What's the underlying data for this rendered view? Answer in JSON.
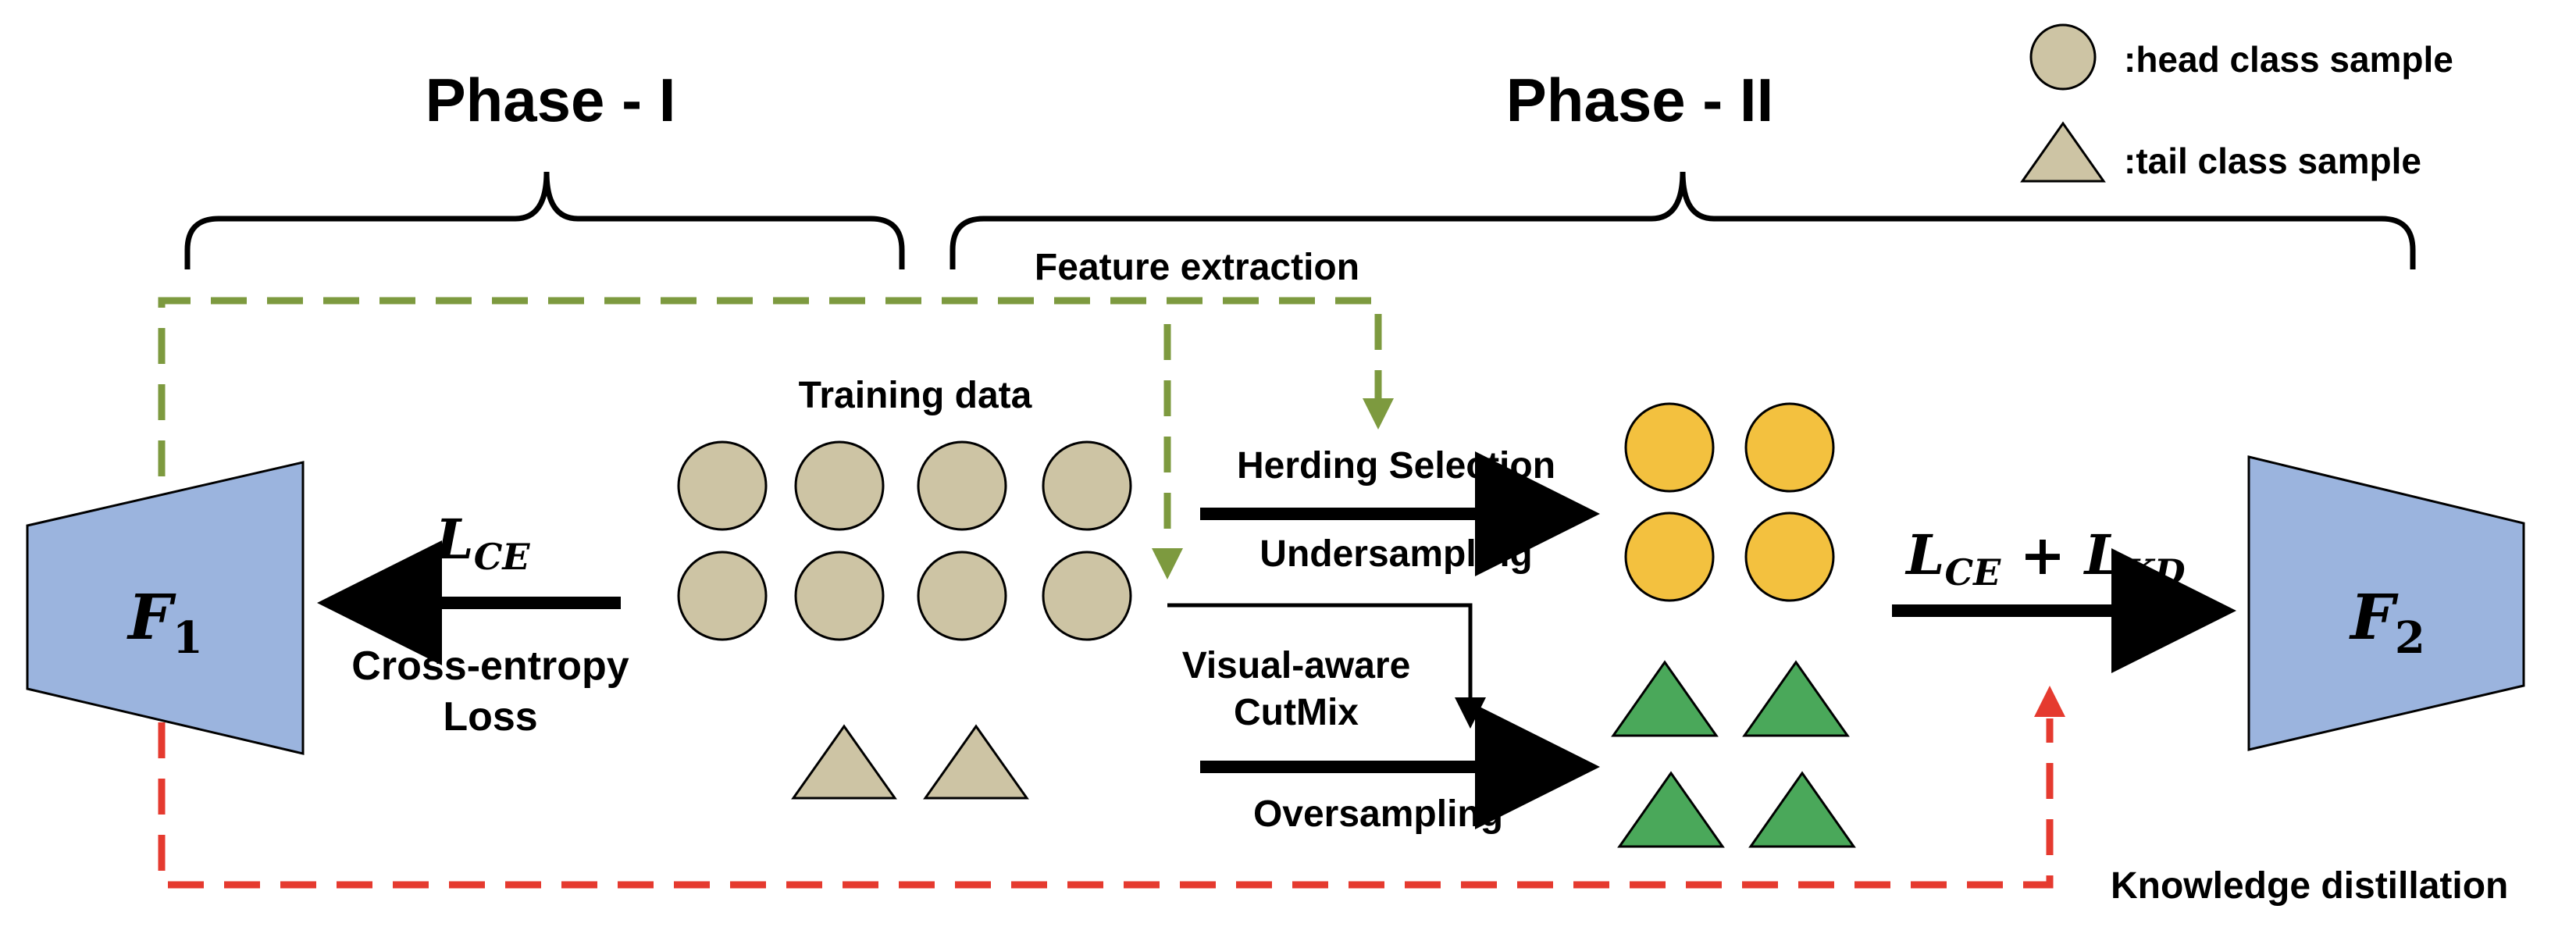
{
  "colors": {
    "green_dash": "#7d9a3f",
    "red_dash": "#e53a2f",
    "model_fill": "#9bb4de",
    "head_fill": "#cdc4a4",
    "head_selected_fill": "#f3c13f",
    "tail_fill": "#cdc4a4",
    "tail_selected_fill": "#4aa85a"
  },
  "legend": {
    "head_label": ":head class sample",
    "tail_label": ":tail class sample"
  },
  "phases": {
    "phase1_label": "Phase - I",
    "phase2_label": "Phase - II"
  },
  "models": {
    "f1_base": "F",
    "f1_sub": "1",
    "f2_base": "F",
    "f2_sub": "2"
  },
  "labels": {
    "feature_extraction": "Feature extraction",
    "training_data": "Training data",
    "loss_ce_symbol": "L",
    "loss_ce_sub": "CE",
    "cross_entropy_line1": "Cross-entropy",
    "cross_entropy_line2": "Loss",
    "herding_selection": "Herding Selection",
    "undersampling": "Undersampling",
    "visual_aware_line1": "Visual-aware",
    "visual_aware_line2": "CutMix",
    "oversampling": "Oversampling",
    "combined_loss_l1": "L",
    "combined_loss_sub1": "CE",
    "combined_loss_plus": " + ",
    "combined_loss_l2": "L",
    "combined_loss_sub2": "KD",
    "knowledge_distillation": "Knowledge distillation"
  }
}
